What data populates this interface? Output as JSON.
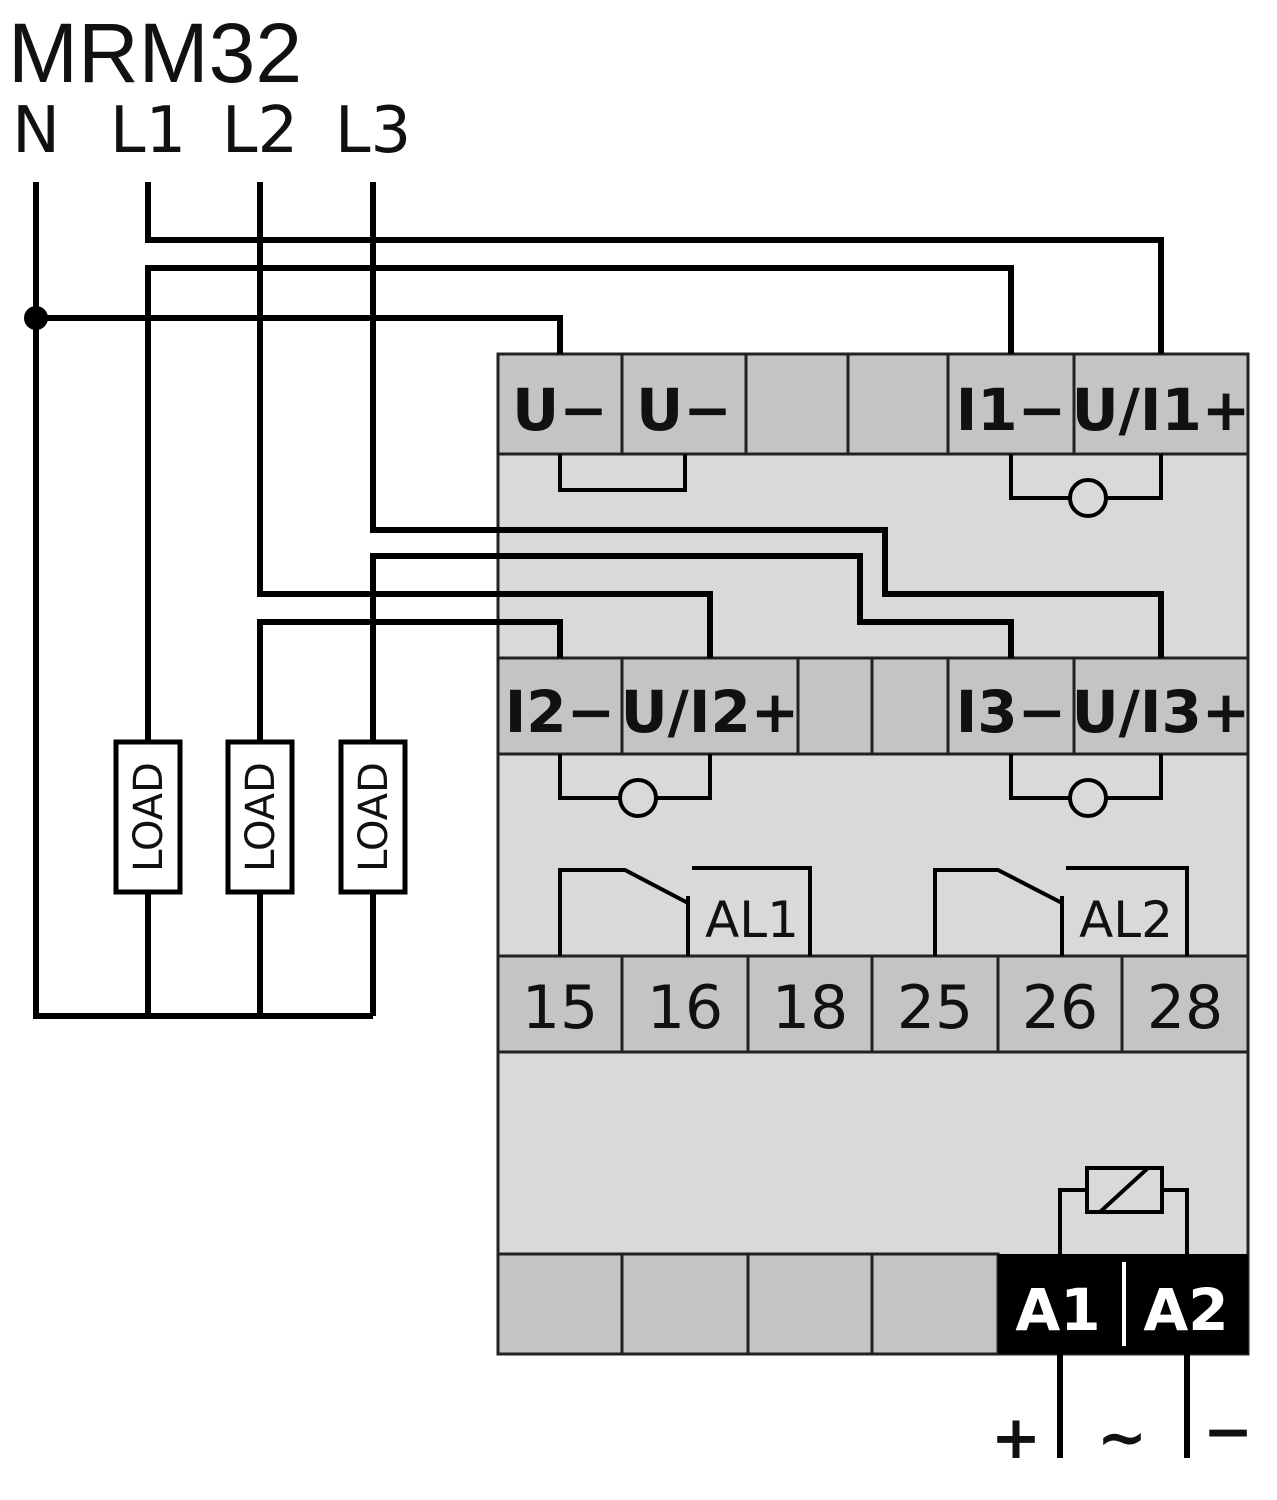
{
  "title": "MRM32",
  "lines": [
    "N",
    "L1",
    "L2",
    "L3"
  ],
  "loads": [
    "LOAD",
    "LOAD",
    "LOAD"
  ],
  "terminals_row1": [
    "U−",
    "U−",
    "",
    "",
    "I1−",
    "U/I1+"
  ],
  "terminals_row2": [
    "I2−",
    "U/I2+",
    "",
    "",
    "I3−",
    "U/I3+"
  ],
  "terminals_row3": [
    "15",
    "16",
    "18",
    "25",
    "26",
    "28"
  ],
  "terminals_row4": [
    "",
    "",
    "",
    "",
    "A1",
    "A2"
  ],
  "relays": [
    "AL1",
    "AL2"
  ],
  "supply_symbols": [
    "+",
    "~",
    "−"
  ],
  "colors": {
    "body": "#d9d9d9",
    "terminal": "#c4c4c4",
    "supply_terminal": "#000000"
  }
}
